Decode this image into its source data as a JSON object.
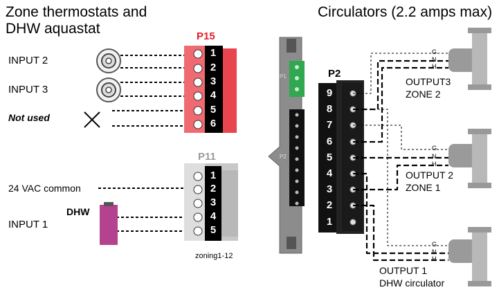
{
  "left": {
    "title_line1": "Zone thermostats and",
    "title_line2": "DHW aquastat",
    "input2": "INPUT 2",
    "input3": "INPUT 3",
    "not_used": "Not used",
    "common": "24 VAC common",
    "dhw": "DHW",
    "input1": "INPUT 1"
  },
  "p15": {
    "title": "P15",
    "terminals": [
      "1",
      "2",
      "3",
      "4",
      "5",
      "6"
    ]
  },
  "p11": {
    "title": "P11",
    "terminals": [
      "1",
      "2",
      "3",
      "4",
      "5"
    ]
  },
  "caption": "zoning1-12",
  "right": {
    "title": "Circulators (2.2 amps max)",
    "p2_title": "P2",
    "p2_terminals": [
      "9",
      "8",
      "7",
      "6",
      "5",
      "4",
      "3",
      "2",
      "1"
    ],
    "output3_l1": "OUTPUT3",
    "output3_l2": "ZONE 2",
    "output2_l1": "OUTPUT 2",
    "output2_l2": "ZONE 1",
    "output1_l1": "OUTPUT 1",
    "output1_l2": "DHW circulator",
    "gnh": [
      "G",
      "N",
      "H"
    ]
  },
  "board": {
    "label_p1": "P1",
    "label_p2": "P2"
  },
  "colors": {
    "p15_red": "#e8454f",
    "p11_gray": "#bdbdbd",
    "p15_title": "#e31d2b",
    "p11_title": "#9a9a9a",
    "aquastat": "#b5428f",
    "green_terminal": "#2fa84f"
  }
}
